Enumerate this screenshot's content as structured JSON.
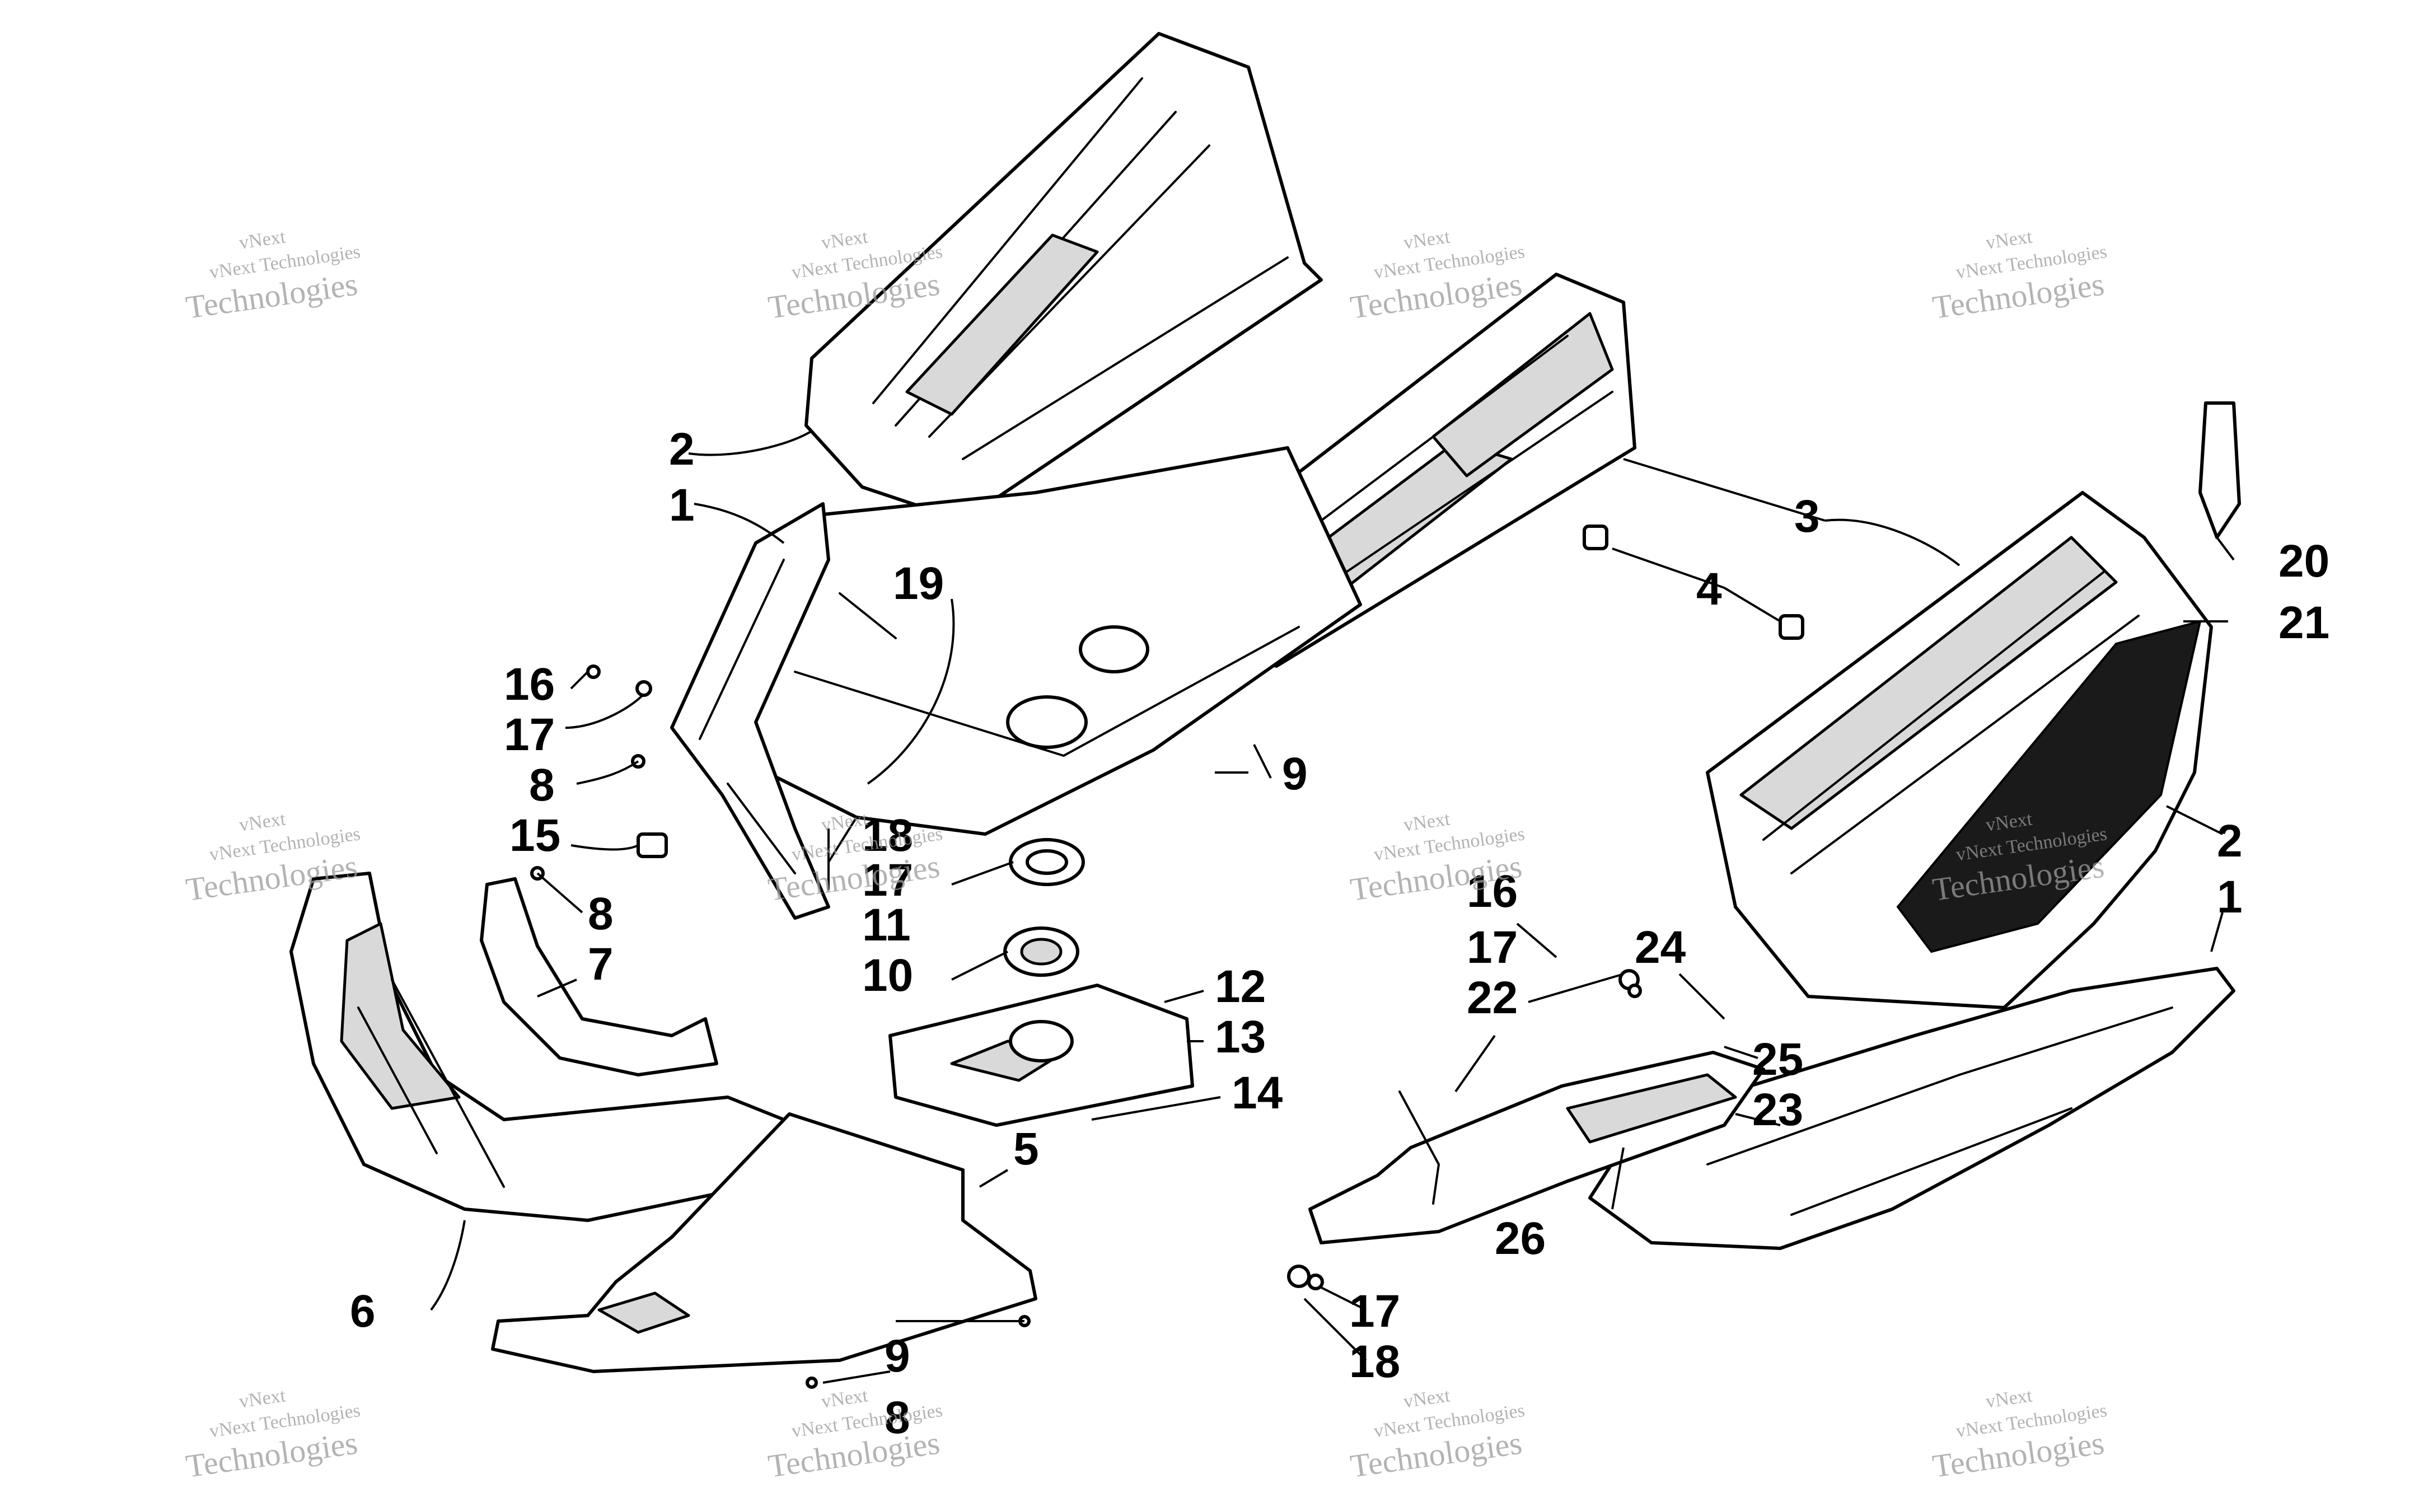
{
  "watermark": {
    "line1": "vNext",
    "line2": "vNext Technologies",
    "line3": "Technologies"
  },
  "callouts": {
    "c1a": "1",
    "c1b": "1",
    "c2a": "2",
    "c2b": "2",
    "c3": "3",
    "c4": "4",
    "c5": "5",
    "c6": "6",
    "c7": "7",
    "c8a": "8",
    "c8b": "8",
    "c8c": "8",
    "c9a": "9",
    "c9b": "9",
    "c10": "10",
    "c11": "11",
    "c12": "12",
    "c13": "13",
    "c14": "14",
    "c15": "15",
    "c16a": "16",
    "c16b": "16",
    "c17a": "17",
    "c17b": "17",
    "c17c": "17",
    "c17d": "17",
    "c18a": "18",
    "c18b": "18",
    "c19": "19",
    "c20": "20",
    "c21": "21",
    "c22": "22",
    "c23": "23",
    "c24": "24",
    "c25": "25",
    "c26": "26"
  }
}
